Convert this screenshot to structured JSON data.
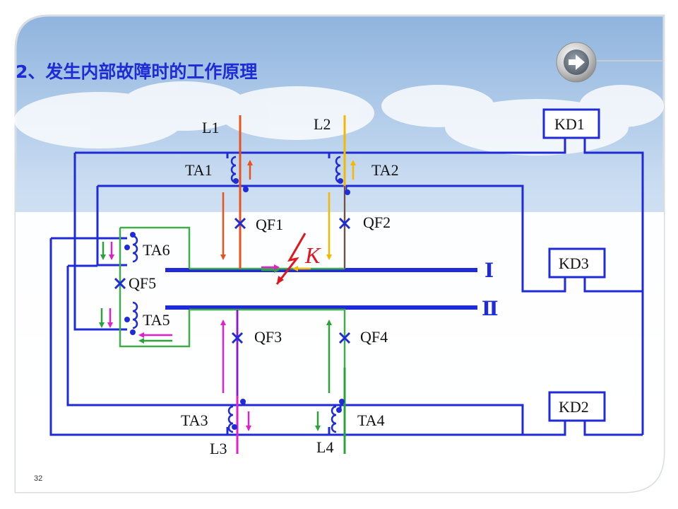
{
  "slide": {
    "title": "2、发生内部故障时的工作原理",
    "page_number": "32",
    "next_icon": "arrow-right-icon"
  },
  "colors": {
    "wire": "#1f2bd6",
    "line_L1": "#e8531c",
    "line_L2": "#f5b800",
    "line_L3": "#e020c8",
    "line_L4": "#2aa33a",
    "bus_green": "#3fae4a",
    "fault": "#e0161e",
    "title": "#1f2bd6"
  },
  "diagram": {
    "relays": {
      "kd1": "KD1",
      "kd2": "KD2",
      "kd3": "KD3"
    },
    "lines": {
      "l1": "L1",
      "l2": "L2",
      "l3": "L3",
      "l4": "L4"
    },
    "current_transformers": {
      "ta1": "TA1",
      "ta2": "TA2",
      "ta3": "TA3",
      "ta4": "TA4",
      "ta5": "TA5",
      "ta6": "TA6"
    },
    "breakers": {
      "qf1": "QF1",
      "qf2": "QF2",
      "qf3": "QF3",
      "qf4": "QF4",
      "qf5": "QF5"
    },
    "buses": {
      "bus1": "Ⅰ",
      "bus2": "Ⅱ"
    },
    "fault_label": "K"
  }
}
